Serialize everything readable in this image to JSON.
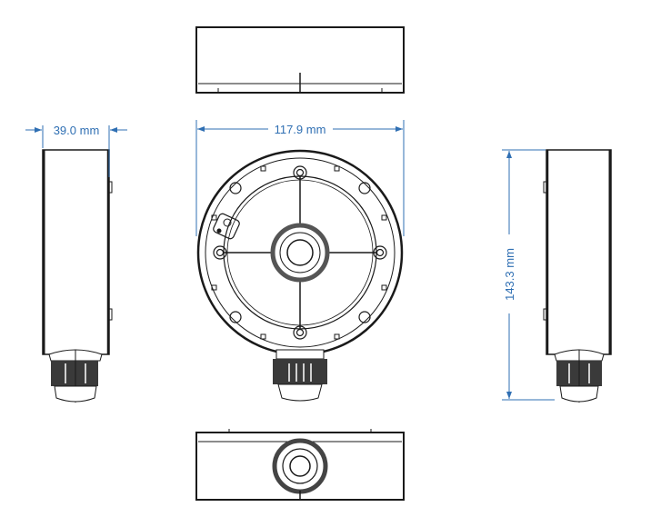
{
  "dimensions": {
    "width": "117.9 mm",
    "depth": "39.0 mm",
    "height": "143.3 mm"
  },
  "colors": {
    "dimension": "#2f6fb3",
    "outline": "#1a1a1a",
    "gland": "#3a3a3a"
  }
}
